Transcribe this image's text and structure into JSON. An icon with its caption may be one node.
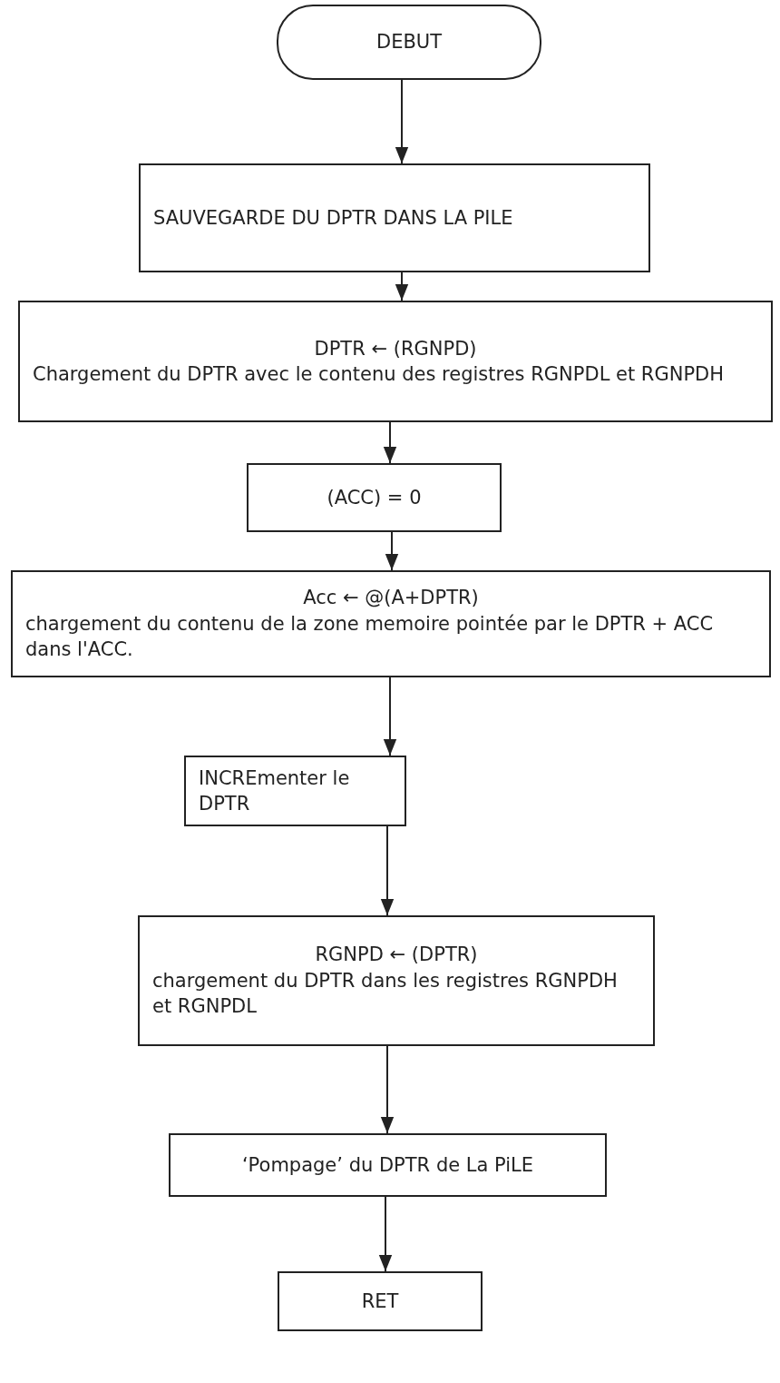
{
  "diagram": {
    "nodes": [
      {
        "text": [
          "DEBUT"
        ]
      },
      {
        "text": [
          "SAUVEGARDE DU DPTR DANS LA PILE"
        ]
      },
      {
        "text": [
          "DPTR ← (RGNPD)",
          "Chargement du DPTR avec le contenu des registres RGNPDL et RGNPDH"
        ]
      },
      {
        "text": [
          "(ACC) = 0"
        ]
      },
      {
        "text": [
          "Acc ← @(A+DPTR)",
          "chargement du contenu de la zone memoire pointée par le DPTR + ACC dans l'ACC."
        ]
      },
      {
        "text": [
          "INCREmenter le DPTR"
        ]
      },
      {
        "text": [
          "RGNPD ← (DPTR)",
          "chargement du DPTR dans les registres RGNPDH et RGNPDL"
        ]
      },
      {
        "text": [
          "‘Pompage’ du DPTR de La PiLE"
        ]
      },
      {
        "text": [
          "RET"
        ]
      }
    ],
    "edges": [
      {
        "from": 0,
        "to": 1,
        "arrow": "to"
      },
      {
        "from": 1,
        "to": 2,
        "arrow": "to"
      },
      {
        "from": 2,
        "to": 3,
        "arrow": "to"
      },
      {
        "from": 3,
        "to": 4,
        "arrow": "to"
      },
      {
        "from": 4,
        "to": 5,
        "arrow": "to"
      },
      {
        "from": 5,
        "to": 6,
        "arrow": "to"
      },
      {
        "from": 6,
        "to": 7,
        "arrow": "to"
      },
      {
        "from": 7,
        "to": 8,
        "arrow": "to"
      }
    ]
  }
}
